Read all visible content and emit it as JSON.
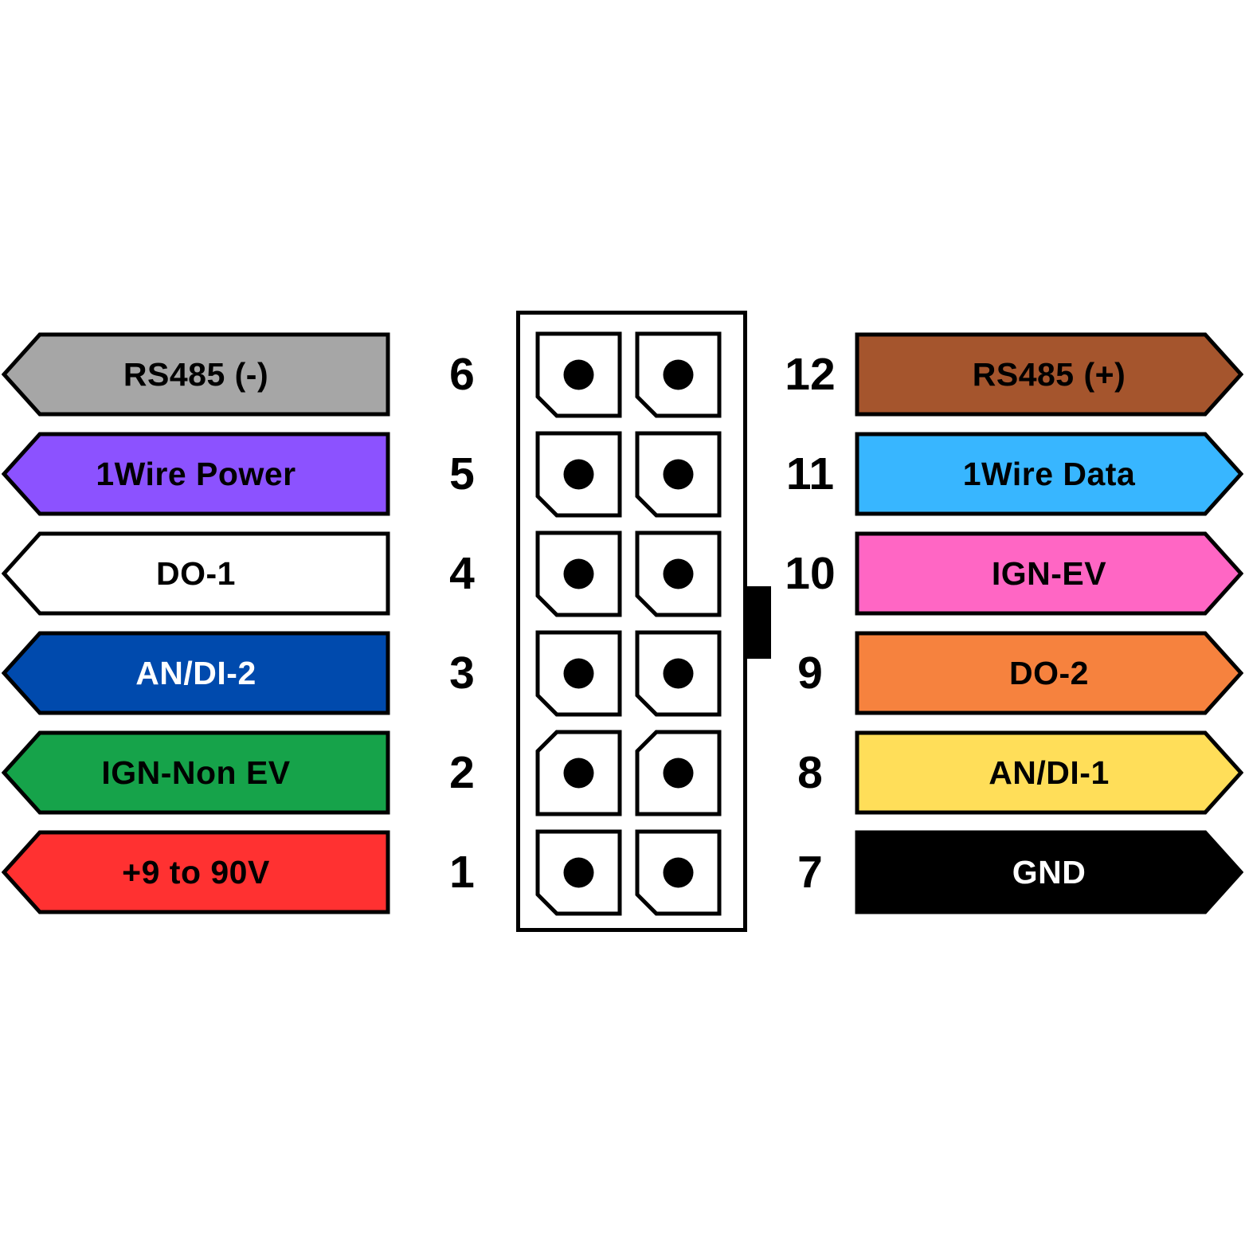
{
  "diagram": {
    "left_pins": [
      {
        "number": "6",
        "label": "RS485 (-)",
        "color": "#a6a6a6",
        "text_color": "#000000"
      },
      {
        "number": "5",
        "label": "1Wire Power",
        "color": "#8c52ff",
        "text_color": "#000000"
      },
      {
        "number": "4",
        "label": "DO-1",
        "color": "#ffffff",
        "text_color": "#000000"
      },
      {
        "number": "3",
        "label": "AN/DI-2",
        "color": "#004aad",
        "text_color": "#ffffff"
      },
      {
        "number": "2",
        "label": "IGN-Non EV",
        "color": "#16a34a",
        "text_color": "#000000"
      },
      {
        "number": "1",
        "label": "+9 to 90V",
        "color": "#ff3131",
        "text_color": "#000000"
      }
    ],
    "right_pins": [
      {
        "number": "12",
        "label": "RS485 (+)",
        "color": "#a5552d",
        "text_color": "#000000"
      },
      {
        "number": "11",
        "label": "1Wire Data",
        "color": "#38b6ff",
        "text_color": "#000000"
      },
      {
        "number": "10",
        "label": "IGN-EV",
        "color": "#ff66c4",
        "text_color": "#000000"
      },
      {
        "number": "9",
        "label": "DO-2",
        "color": "#f6823e",
        "text_color": "#000000"
      },
      {
        "number": "8",
        "label": "AN/DI-1",
        "color": "#ffde59",
        "text_color": "#000000"
      },
      {
        "number": "7",
        "label": "GND",
        "color": "#000000",
        "text_color": "#ffffff"
      }
    ]
  }
}
